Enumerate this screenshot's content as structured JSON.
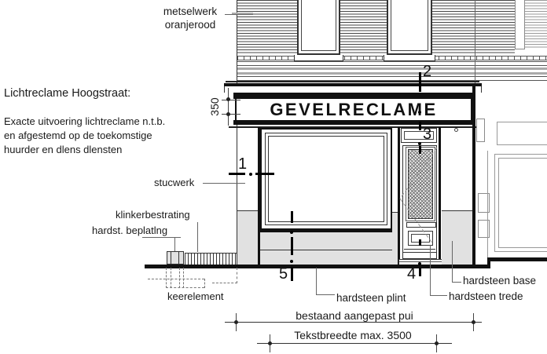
{
  "sign": {
    "text": "GEVELRECLAME"
  },
  "left_notes": {
    "heading": "Lichtreclame Hoogstraat:",
    "lines": [
      "Exacte uitvoering lichtreclame n.t.b.",
      "en afgestemd op de toekomstige",
      "huurder en dlens dlensten"
    ]
  },
  "labels": {
    "metselwerk_1": "metselwerk",
    "metselwerk_2": "oranjerood",
    "stucwerk": "stucwerk",
    "klinkerbestrating": "klinkerbestrating",
    "hardst_beplating": "hardst. beplatlng",
    "keerelement": "keerelement",
    "hardsteen_plint": "hardsteen plint",
    "hardsteen_trede": "hardsteen trede",
    "hardsteen_base": "hardsteen base"
  },
  "dimensions": {
    "sign_height": "350",
    "pui": "bestaand aangepast pui",
    "tekstbreedte": "Tekstbreedte max. 3500"
  },
  "markers": {
    "m1": "1",
    "m2": "2",
    "m3": "3",
    "m4": "4",
    "m5": "5"
  },
  "colors": {
    "line": "#1a1a1a",
    "hardsteen_fill": "#e1e1e1",
    "neighbor_line": "#909090"
  }
}
